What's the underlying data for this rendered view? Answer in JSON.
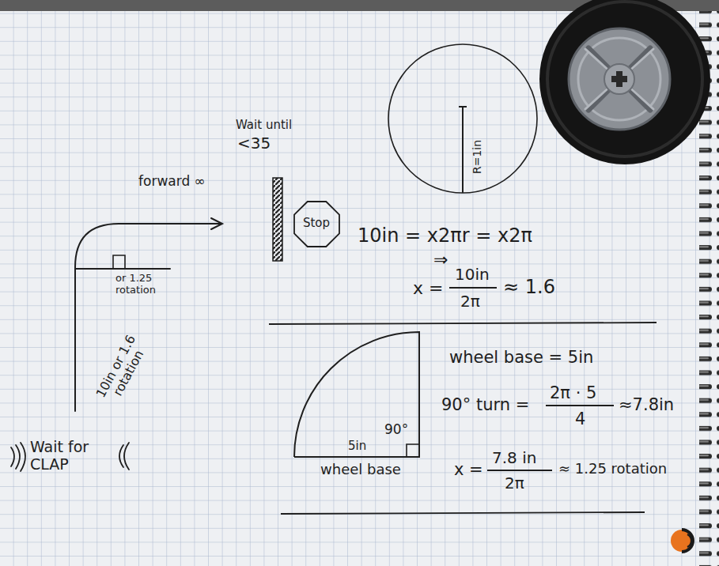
{
  "diagram": {
    "nodes": [
      {
        "text": [
          "R=1in"
        ]
      },
      {
        "text": [
          "Stop"
        ]
      }
    ],
    "labels": [
      "Wait until",
      "<35",
      "forward ∞",
      "or 1.25 rotation",
      "10in or 1.6 rotation",
      "Wait for CLAP",
      "10in = x2πr = x2π",
      "⇒",
      "x =",
      "10in",
      "2π",
      "≈ 1.6",
      "wheel base = 5in",
      "90° turn =",
      "2π · 5",
      "4",
      "≈7.8in",
      "90°",
      "5in",
      "wheel base",
      "x =",
      "7.8 in",
      "2π",
      "≈ 1.25 rotation"
    ]
  }
}
